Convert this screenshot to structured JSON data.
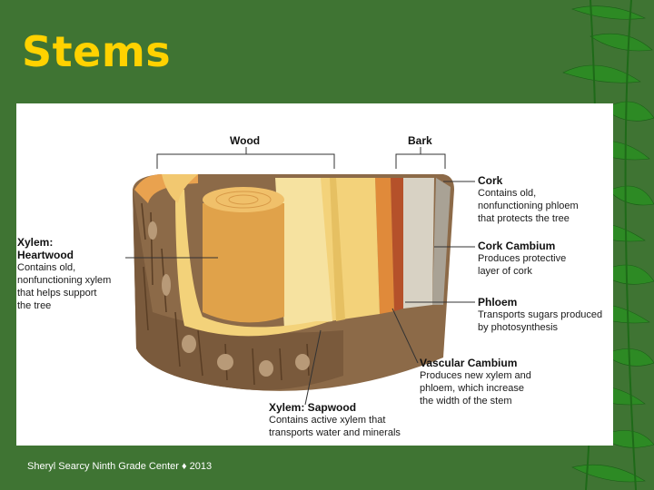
{
  "slide": {
    "title": "Stems",
    "footer": "Sheryl Searcy Ninth Grade Center ♦ 2013"
  },
  "diagram": {
    "top_labels": {
      "wood": "Wood",
      "bark": "Bark"
    },
    "parts": {
      "cork": {
        "name": "Cork",
        "desc": [
          "Contains old,",
          "nonfunctioning phloem",
          "that protects the tree"
        ]
      },
      "cork_cambium": {
        "name": "Cork Cambium",
        "desc": [
          "Produces protective",
          "layer of cork"
        ]
      },
      "phloem": {
        "name": "Phloem",
        "desc": [
          "Transports sugars produced",
          "by photosynthesis"
        ]
      },
      "vascular_cambium": {
        "name": "Vascular Cambium",
        "desc": [
          "Produces new xylem and",
          "phloem, which increase",
          "the width of the stem"
        ]
      },
      "sapwood": {
        "name": "Xylem: Sapwood",
        "desc": [
          "Contains active xylem that",
          "transports water and minerals"
        ]
      },
      "heartwood": {
        "name": [
          "Xylem:",
          "Heartwood"
        ],
        "desc": [
          "Contains old,",
          "nonfunctioning xylem",
          "that helps support",
          "the tree"
        ]
      }
    }
  },
  "colors": {
    "background": "#3f7433",
    "title": "#ffd200",
    "bark_brown": "#7a5a3c",
    "heartwood": "#e0a24a",
    "sapwood": "#f3d27a",
    "phloem": "#b5512a"
  }
}
